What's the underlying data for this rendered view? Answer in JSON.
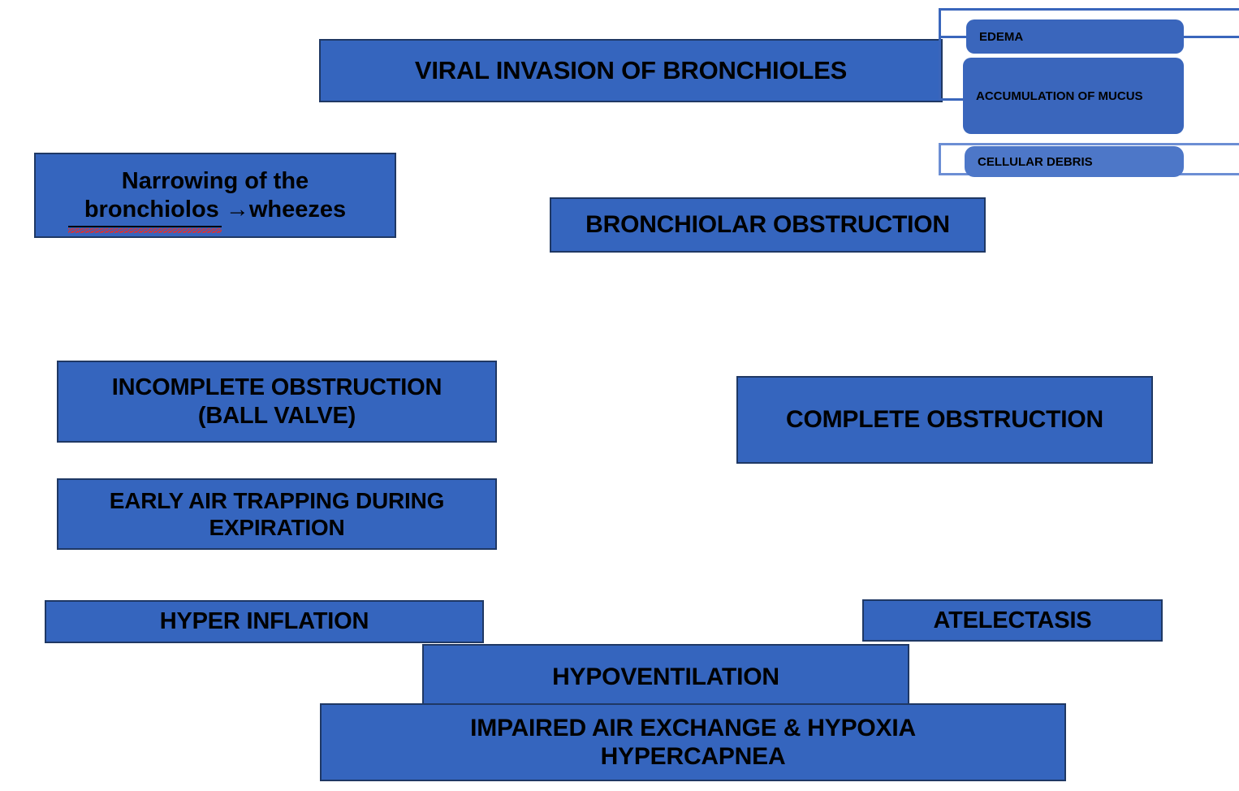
{
  "diagram": {
    "title_text": "VIRAL INVASION OF BRONCHIOLES",
    "theme": {
      "box_fill": "#3565BE",
      "box_border": "#1F3864",
      "pill_fill": "#3A66BC",
      "pill_fill_light": "#4D77C8",
      "connector": "#3A66BC",
      "connector_light": "#6C8ED4",
      "text_color": "#000000",
      "background": "#FFFFFF",
      "spellcheck_underline": "#E03030"
    },
    "nodes": {
      "viral_invasion": "VIRAL INVASION OF BRONCHIOLES",
      "narrowing": "Narrowing of the\nbronchiolos →wheezes",
      "narrowing_misspelled_word": "bronchiolos",
      "bronchiolar_obstruction": "BRONCHIOLAR OBSTRUCTION",
      "incomplete_obstruction": "INCOMPLETE OBSTRUCTION\n(BALL VALVE)",
      "complete_obstruction": "COMPLETE OBSTRUCTION",
      "early_air_trapping": "EARLY AIR TRAPPING DURING\nEXPIRATION",
      "hyper_inflation": "HYPER INFLATION",
      "atelectasis": "ATELECTASIS",
      "hypoventilation": "HYPOVENTILATION",
      "impaired_exchange": "IMPAIRED AIR EXCHANGE & HYPOXIA\nHYPERCAPNEA"
    },
    "causes_cluster": {
      "items": [
        {
          "label": "EDEMA"
        },
        {
          "label": "ACCUMULATION OF MUCUS"
        },
        {
          "label": "CELLULAR DEBRIS"
        }
      ]
    }
  }
}
